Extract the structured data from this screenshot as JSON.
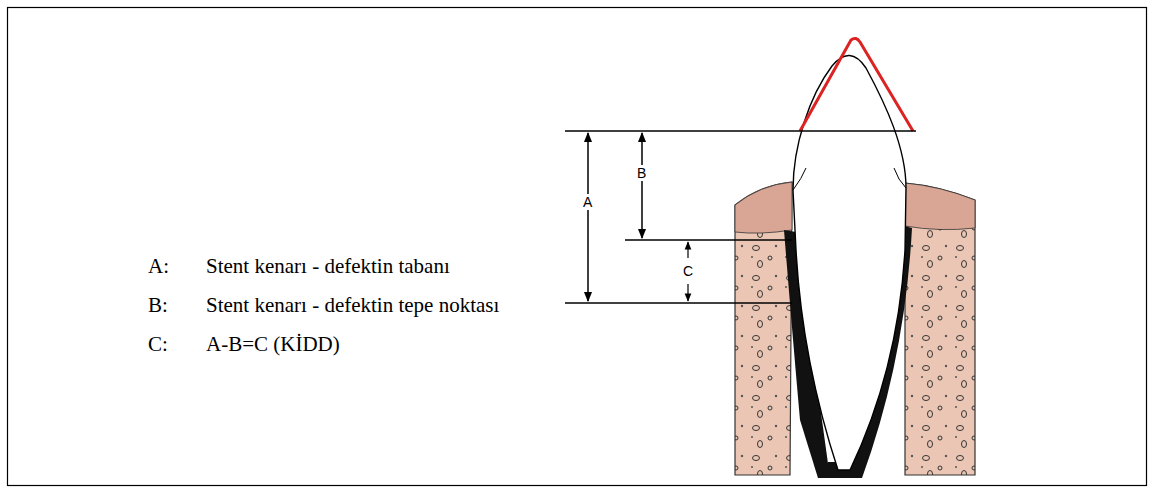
{
  "diagram": {
    "labels": [
      "A:",
      "Stent kenarı - defektin tabanı",
      "B:",
      "Stent kenarı - defektin tepe noktası",
      "C:",
      "A-B=C (KİDD)",
      "B",
      "A",
      "C"
    ]
  }
}
